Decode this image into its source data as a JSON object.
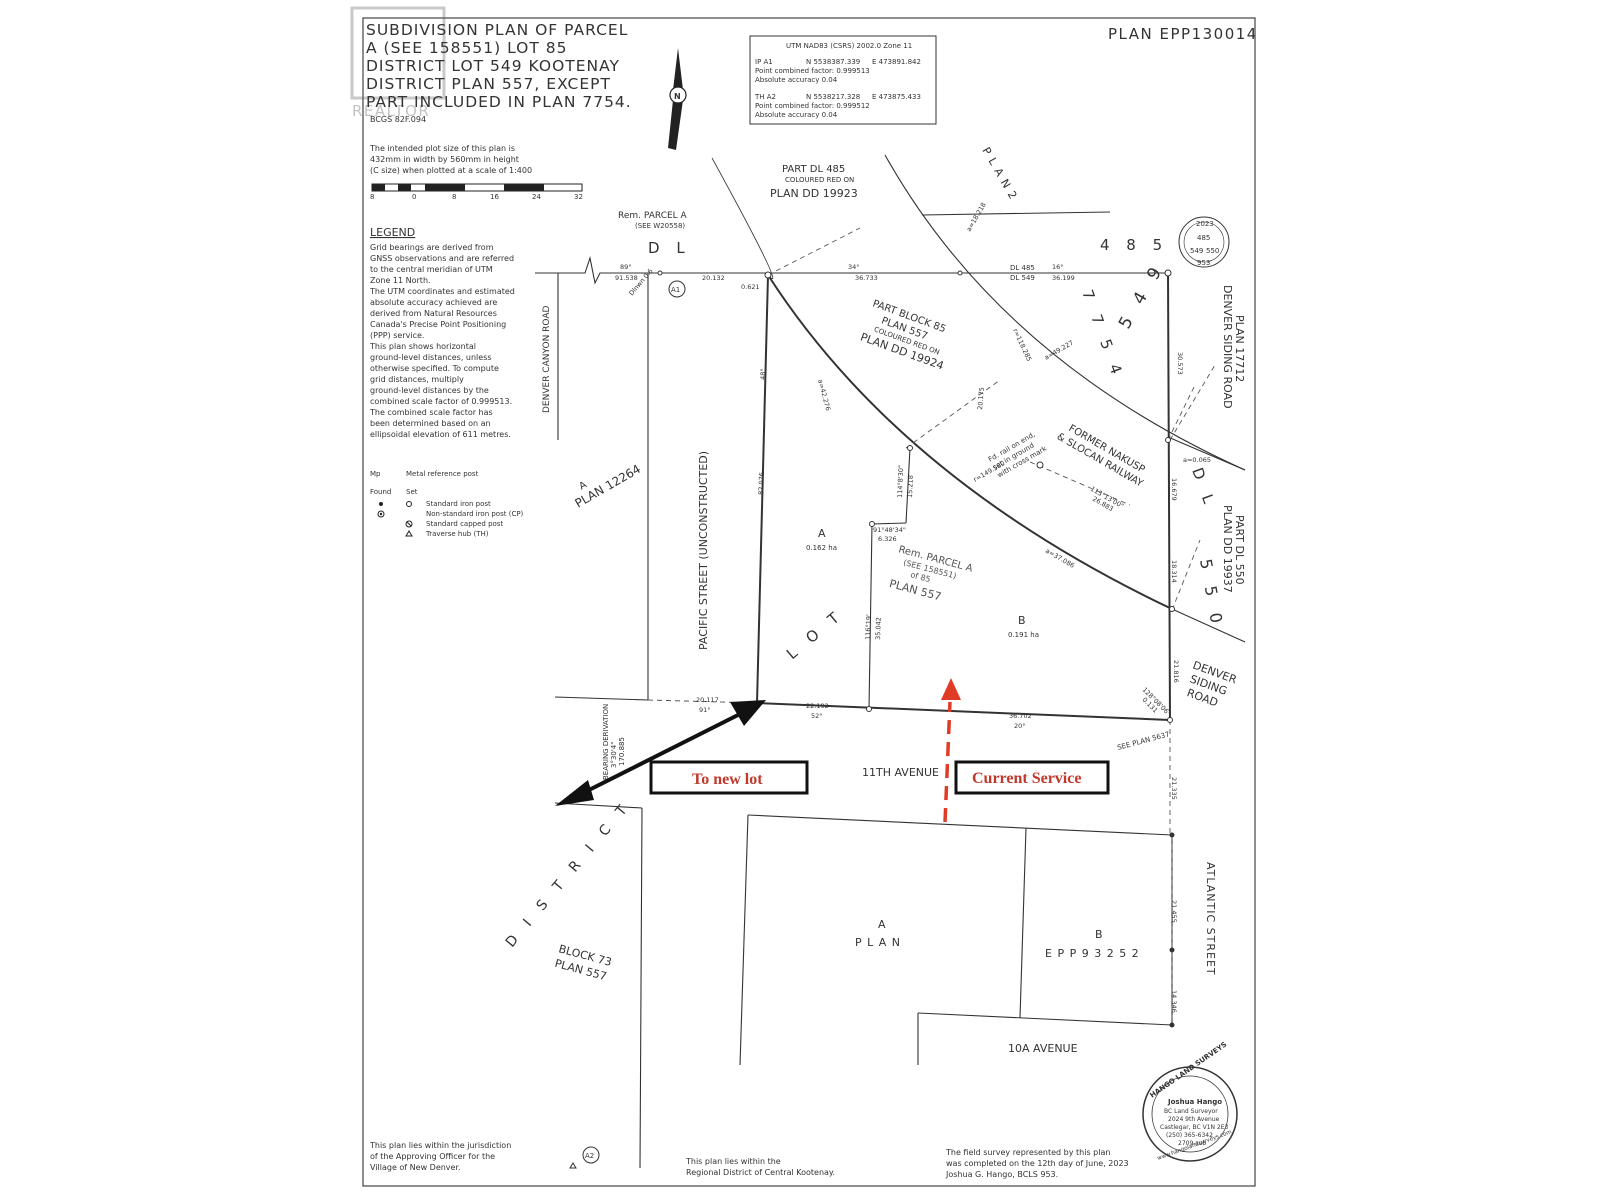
{
  "title_block": {
    "lines": [
      "SUBDIVISION PLAN OF PARCEL",
      "A (SEE 158551) LOT 85",
      "DISTRICT LOT 549 KOOTENAY",
      "DISTRICT PLAN 557, EXCEPT",
      "PART INCLUDED IN PLAN 7754."
    ],
    "bcgs": "BCGS 82F.094",
    "plan_number": "PLAN EPP130014",
    "watermark": "REALTOR"
  },
  "plot_note": [
    "The intended plot size of this plan is",
    "432mm in width by 560mm in height",
    "(C size) when plotted at a scale of 1:400"
  ],
  "scale_bar": {
    "ticks": [
      "8",
      "0",
      "8",
      "16",
      "24",
      "32"
    ]
  },
  "legend": {
    "heading": "LEGEND",
    "text": [
      "Grid bearings are derived from",
      "GNSS observations and are referred",
      "to the central meridian of UTM",
      "Zone 11 North.",
      "The UTM coordinates and estimated",
      "absolute accuracy achieved are",
      "derived from Natural Resources",
      "Canada's Precise Point Positioning",
      "(PPP) service.",
      "This plan shows horizontal",
      "ground-level distances, unless",
      "otherwise specified. To compute",
      "grid distances, multiply",
      "ground-level distances by the",
      "combined scale factor of 0.999513.",
      "The combined scale factor has",
      "been determined based on an",
      "ellipsoidal elevation of 611 metres."
    ],
    "mp_label": "Mp",
    "mp_desc": "Metal reference post",
    "found_label": "Found",
    "set_label": "Set",
    "symbols": [
      "Standard iron post",
      "Non-standard iron post (CP)",
      "Standard capped post",
      "Traverse hub (TH)"
    ]
  },
  "utm_box": {
    "header": "UTM NAD83 (CSRS) 2002.0 Zone 11",
    "ip_a1": [
      "IP A1",
      "N 5538387.339",
      "E 473891.842"
    ],
    "ip_a1_notes": [
      "Point combined factor: 0.999513",
      "Absolute accuracy 0.04"
    ],
    "th_a2": [
      "TH A2",
      "N 5538217.328",
      "E 473875.433"
    ],
    "th_a2_notes": [
      "Point combined factor: 0.999512",
      "Absolute accuracy 0.04"
    ]
  },
  "north_label": "N",
  "map_labels": {
    "part_dl485": [
      "PART DL 485",
      "COLOURED RED ON",
      "PLAN DD 19923"
    ],
    "rem_parcel_a_top": [
      "Rem. PARCEL A",
      "(SEE W20558)"
    ],
    "dl_top": "D L",
    "dl_485": "4 8 5",
    "plan_2_rotated": "P L A N  2",
    "plan_7754": "7 7 5 4",
    "dl549_num": "5 4 9",
    "part_block_85": [
      "PART BLOCK 85",
      "PLAN 557",
      "COLOURED RED ON",
      "PLAN DD 19924"
    ],
    "former_railway": [
      "FORMER NAKUSP",
      "& SLOCAN RAILWAY"
    ],
    "denver_canyon_road": "DENVER CANYON ROAD",
    "plan_12264": [
      "A",
      "PLAN 12264"
    ],
    "pacific_street": "PACIFIC STREET (UNCONSTRUCTED)",
    "lot_a": [
      "A",
      "0.162 ha"
    ],
    "rem_parcel_a_mid": [
      "Rem. PARCEL A",
      "(SEE 158551)",
      "of 85",
      "PLAN 557"
    ],
    "lot_b": [
      "B",
      "0.191 ha"
    ],
    "lot_word": "L O T",
    "denver_siding_road_right": [
      "DENVER SIDING ROAD",
      "PLAN 17712"
    ],
    "dl_right": "D L",
    "part_dl550": [
      "PART DL 550",
      "PLAN DD 19937"
    ],
    "dl550_num": "5 5 0",
    "denver_siding_road_lower": [
      "DENVER",
      "SIDING",
      "ROAD"
    ],
    "eleventh_avenue": "11TH AVENUE",
    "see_plan": "SEE PLAN 5637",
    "atlantic_street": "ATLANTIC STREET",
    "district": "D I S T R I C T",
    "block_73": [
      "BLOCK 73",
      "PLAN 557"
    ],
    "plan_a": [
      "A",
      "P L A N"
    ],
    "epp_b": [
      "B",
      "E P P 9 3 2 5 2"
    ],
    "tenth_a_avenue": "10A AVENUE",
    "bearing_derivation": [
      "BEARING DERIVATION",
      "3°30'4\"",
      "170.885"
    ],
    "a1": "A1",
    "a2": "A2",
    "fd_rail": [
      "Fd. rail on end,",
      "set in ground",
      "with cross mark"
    ],
    "dl_corner_485": "DL 485",
    "dl_corner_549": "DL 549",
    "seal_485_549_550": [
      "2023",
      "485",
      "549",
      "550",
      "953"
    ]
  },
  "dimensions": [
    "89°",
    "91.538",
    "20.132",
    "0.621",
    "34°",
    "36.733",
    "16°",
    "36.199",
    "Dlnwn 0.6",
    "a=42.276",
    "48°",
    "82.076",
    "30.573",
    "a=0.065",
    "16.679",
    "18.314",
    "21.816",
    "21.335",
    "21.455",
    "14.346",
    "r=149.580",
    "a=37.086",
    "114°8'30\"",
    "15.218",
    "91°48'34\"",
    "6.326",
    "116°19'",
    "35.042",
    "20.117",
    "91°",
    "22.192",
    "52°",
    "36.702",
    "20°",
    "128°08'06\"",
    "0.131",
    "a=18.218",
    "r=118.285",
    "a=49.227",
    "20.175",
    "113°13'00\"",
    "26.883"
  ],
  "callouts": {
    "to_new_lot": "To new lot",
    "current_service": "Current Service"
  },
  "footer": {
    "left": [
      "This plan lies within the jurisdiction",
      "of the Approving Officer for the",
      "Village of New Denver."
    ],
    "center": [
      "This plan lies within the",
      "Regional District of Central Kootenay."
    ],
    "right": [
      "The field survey represented by this plan",
      "was completed on the 12th day of June, 2023",
      "Joshua G. Hango, BCLS 953."
    ],
    "stamp": [
      "HANGO LAND SURVEYS",
      "Joshua Hango",
      "BC Land Surveyor",
      "2024 9th Avenue",
      "Castlegar, BC V1N 2E3",
      "(250) 365-6342",
      "2709-sub",
      "www.hangolandsurveys.com"
    ]
  },
  "colors": {
    "line": "#333333",
    "callout_red": "#e03b24",
    "arrow": "#111111"
  }
}
